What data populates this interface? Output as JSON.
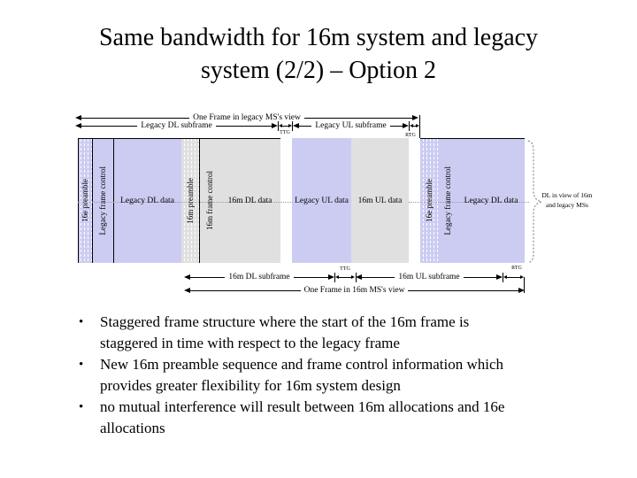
{
  "slide": {
    "title_lines": [
      "Same bandwidth for 16m system and legacy",
      "system (2/2) – Option 2"
    ],
    "bullet_char": "•",
    "bullets": [
      {
        "lines": [
          "Staggered frame structure where the start of the 16m frame is",
          "staggered in time with respect to the legacy frame"
        ]
      },
      {
        "lines": [
          "New 16m preamble sequence and frame control information which",
          "provides greater flexibility for 16m system design"
        ]
      },
      {
        "lines": [
          "no mutual interference will result between 16m allocations and 16e",
          "allocations"
        ]
      }
    ]
  },
  "diagram": {
    "colors": {
      "legacy_block": "#ccccf2",
      "m16_block": "#e0e0e0"
    },
    "top_arrows": {
      "frame_label": "One Frame in legacy MS's view",
      "dl_label": "Legacy DL subframe",
      "ul_label": "Legacy UL subframe",
      "ttg": "TTG",
      "rtg": "RTG"
    },
    "bottom_arrows": {
      "dl_label": "16m DL subframe",
      "ul_label": "16m UL subframe",
      "frame_label": "One Frame in 16m MS's view",
      "ttg": "TTG",
      "rtg": "RTG"
    },
    "blocks": [
      {
        "label": "16e preamble"
      },
      {
        "label": "Legacy frame control"
      },
      {
        "label": "Legacy DL data"
      },
      {
        "label": "16m preamble"
      },
      {
        "label": "16m frame control"
      },
      {
        "label": "16m DL data"
      },
      {
        "label": "Legacy UL data"
      },
      {
        "label": "16m UL data"
      },
      {
        "label": "16e preamble"
      },
      {
        "label": "Legacy frame control"
      },
      {
        "label": "Legacy DL data"
      }
    ],
    "annotation": {
      "line1": "DL in view of 16m",
      "line2": "and legacy MSs"
    }
  }
}
